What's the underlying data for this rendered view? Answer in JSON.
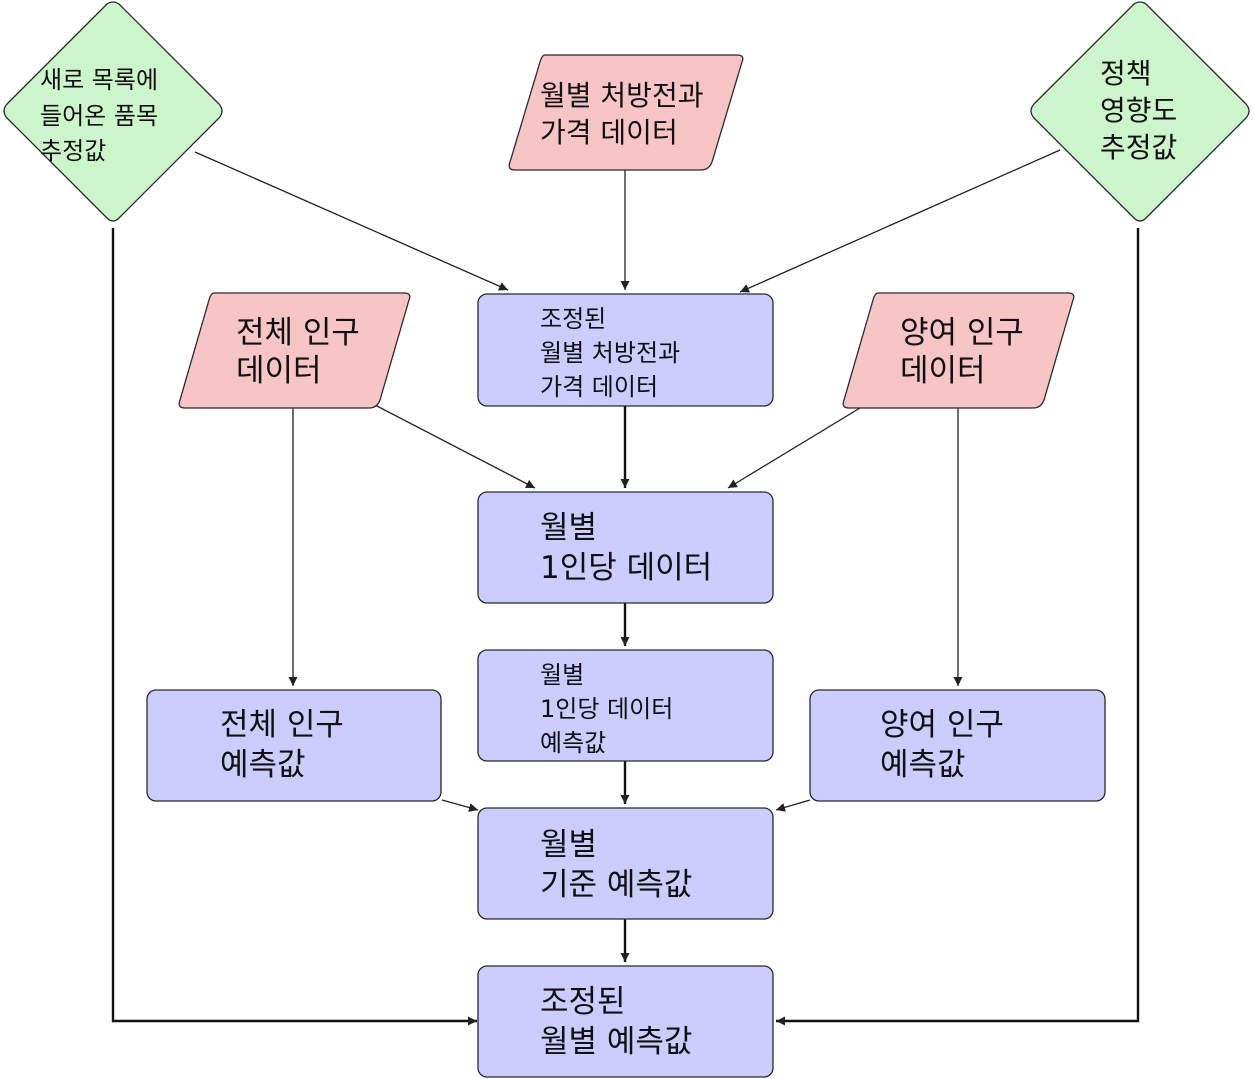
{
  "colors": {
    "process_fill": "#ccccff",
    "data_fill": "#f7c5c5",
    "decision_fill": "#ccf5cc"
  },
  "nodes": {
    "new_items": [
      "새로 목록에",
      "들어온 품목",
      "추정값"
    ],
    "price_data": [
      "월별 처방전과",
      "가격 데이터"
    ],
    "policy_impact": [
      "정책",
      "영향도",
      "추정값"
    ],
    "adjusted_price_data": [
      "조정된",
      "월별 처방전과",
      "가격 데이터"
    ],
    "total_population": [
      "전체 인구",
      "데이터"
    ],
    "dependent_population": [
      "양여 인구",
      "데이터"
    ],
    "per_capita_data": [
      "월별",
      "1인당 데이터"
    ],
    "per_capita_forecast": [
      "월별",
      "1인당 데이터",
      "예측값"
    ],
    "total_population_forecast": [
      "전체 인구",
      "예측값"
    ],
    "dependent_population_forecast": [
      "양여 인구",
      "예측값"
    ],
    "baseline_forecast": [
      "월별",
      "기준 예측값"
    ],
    "adjusted_forecast": [
      "조정된",
      "월별 예측값"
    ]
  }
}
